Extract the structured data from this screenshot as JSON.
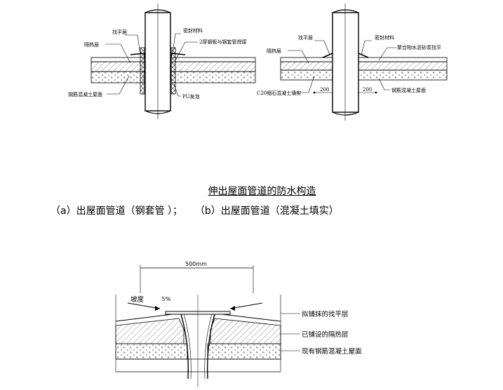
{
  "figure_a": {
    "labels": {
      "leveling_layer": "找平层",
      "insulation_layer": "隔热层",
      "rc_roof": "钢筋混凝土屋面",
      "sealant": "密封材料",
      "steel_plate": "2厚钢板与钢套管焊接",
      "pu_foam": "PU发泡"
    }
  },
  "figure_b": {
    "labels": {
      "leveling_layer": "找平层",
      "insulation_layer": "隔热层",
      "fine_concrete": "C20细石混凝土填实",
      "sealant": "密封材料",
      "polymer_mortar": "聚合物水泥砂浆找平",
      "rc_roof": "钢筋混凝土屋面",
      "dim_left": "200",
      "dim_right": "200"
    }
  },
  "caption": {
    "title": "伸出屋面管道的防水构造",
    "subtitle": "（a）出屋面管道（钢套管 ）；    （b）出屋面管道（混凝土填实）"
  },
  "figure_c": {
    "dimension": "500mm",
    "slope_label": "坡度",
    "slope_value": "5%",
    "labels": {
      "leveling_layer": "拟铺抹的找平层",
      "insulation_layer": "已铺设的隔热层",
      "rc_roof": "现有钢筋混凝土屋面"
    }
  }
}
